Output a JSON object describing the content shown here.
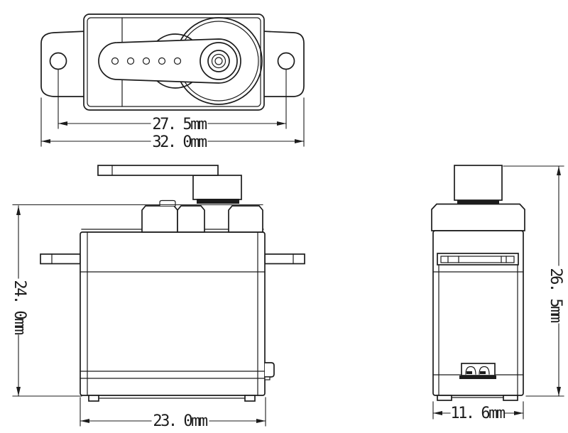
{
  "drawing": {
    "colors": {
      "ink": "#1c1c1c",
      "background": "#ffffff"
    },
    "dimensions": {
      "hole_spacing": "27. 5mm",
      "overall_length": "32. 0mm",
      "body_height": "24. 0mm",
      "body_length": "23. 0mm",
      "overall_height": "26. 5mm",
      "body_width": "11. 6mm"
    }
  }
}
